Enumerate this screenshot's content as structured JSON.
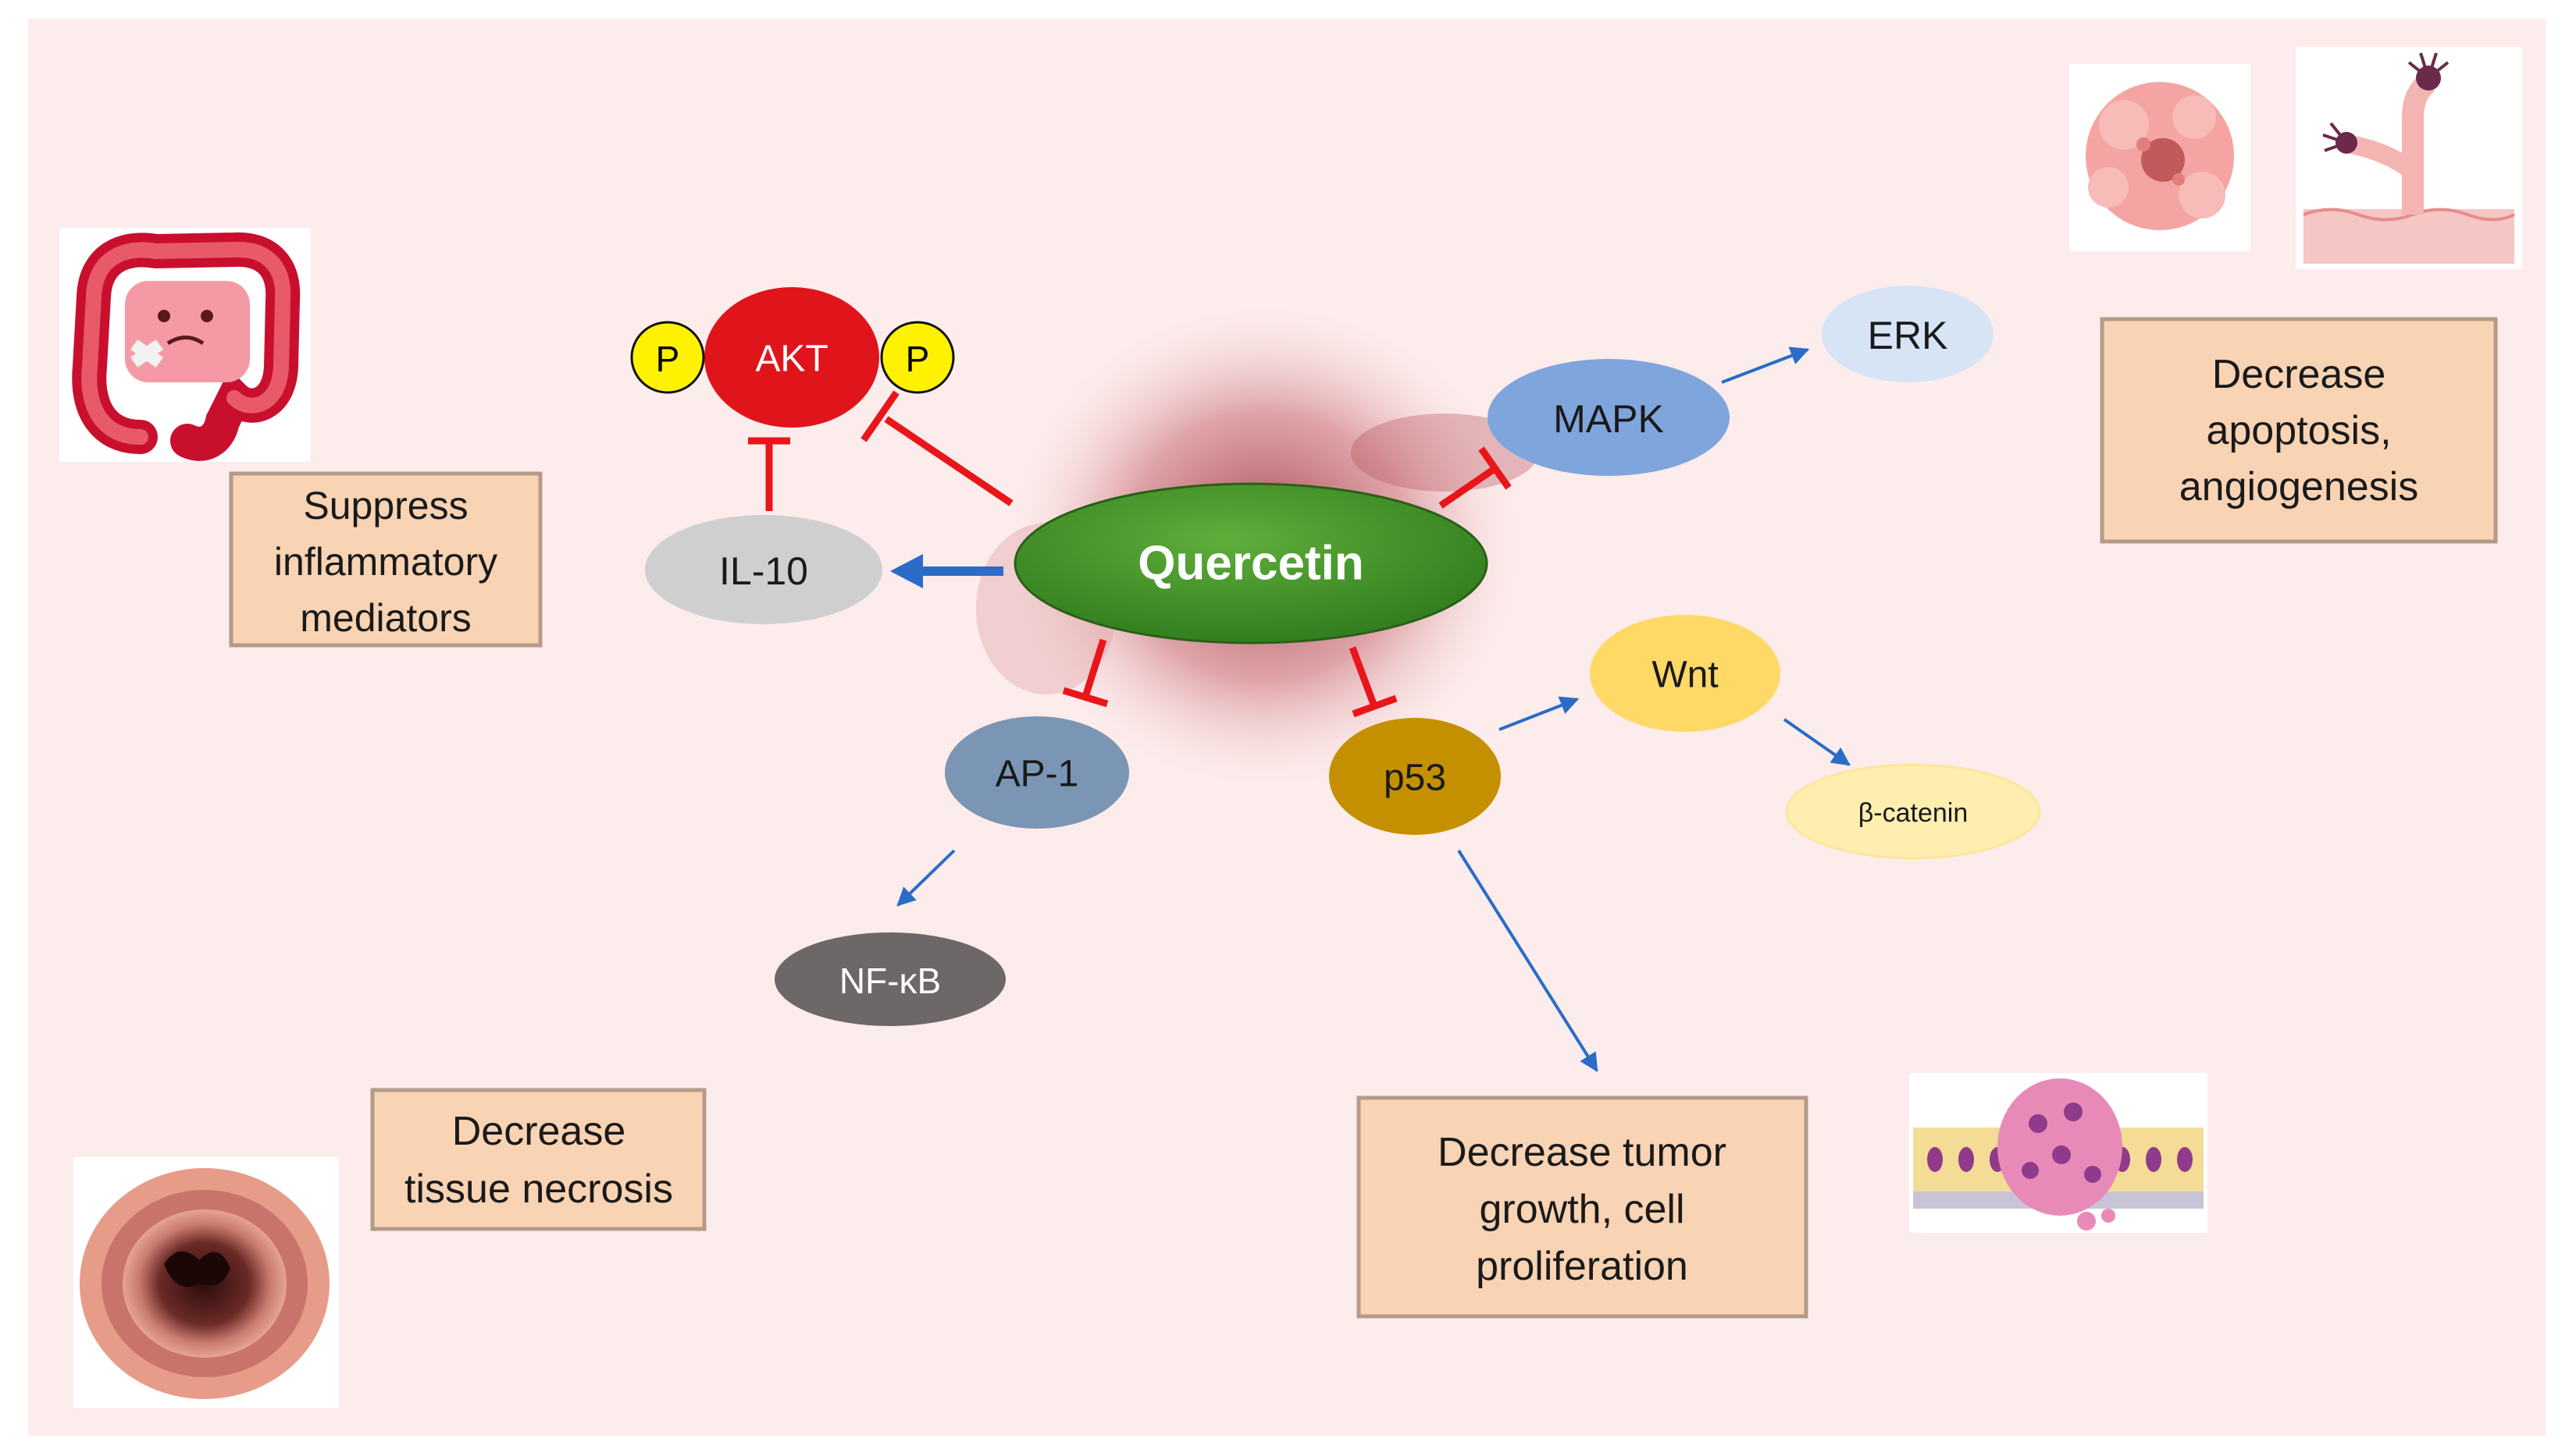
{
  "colors": {
    "background": "#fdecec",
    "inhibit": "#e8161b",
    "activate": "#2a6cc7",
    "box_fill": "#f8d3b4",
    "box_border": "#b49a88"
  },
  "nodes": {
    "quercetin": "Quercetin",
    "akt": "AKT",
    "phos_left": "P",
    "phos_right": "P",
    "il10": "IL-10",
    "mapk": "MAPK",
    "erk": "ERK",
    "ap1": "AP-1",
    "nfkb": "NF-κB",
    "p53": "p53",
    "wnt": "Wnt",
    "bcatenin": "β-catenin"
  },
  "boxes": {
    "inflammatory": [
      "Suppress",
      "inflammatory",
      "mediators"
    ],
    "apoptosis": [
      "Decrease",
      "apoptosis,",
      "angiogenesis"
    ],
    "necrosis": [
      "Decrease",
      "tissue necrosis"
    ],
    "tumor": [
      "Decrease tumor",
      "growth, cell",
      "proliferation"
    ]
  },
  "illustrations": {
    "inflamed_colon": "inflamed-colon-icon",
    "tumor_mass": "tumor-mass-icon",
    "angiogenesis_vessels": "blood-vessel-icon",
    "necrotic_tissue": "necrotic-tissue-icon",
    "epithelial_tumor": "epithelial-tumor-icon"
  }
}
